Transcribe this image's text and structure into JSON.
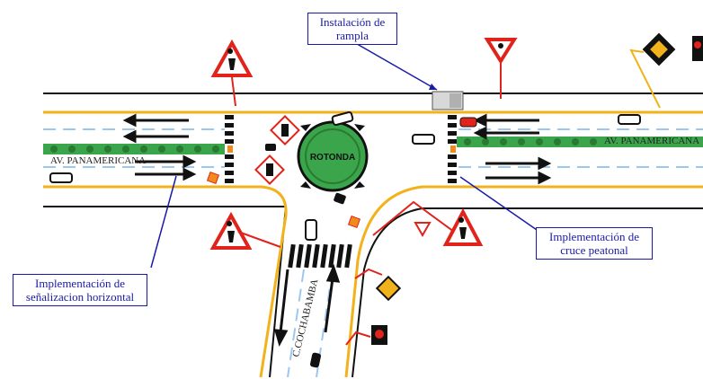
{
  "callouts": {
    "ramp": "Instalación de rampla",
    "crossing_line1": "Implementación de",
    "crossing_line2": "cruce peatonal",
    "marking_line1": "Implementación de",
    "marking_line2": "señalizacion horizontal"
  },
  "labels": {
    "avenue_left": "AV. PANAMERICANA",
    "avenue_right": "AV. PANAMERICANA",
    "street": "C.COCHABAMBA",
    "roundabout": "ROTONDA"
  },
  "colors": {
    "curb": "#f2b21b",
    "road_edge": "#111111",
    "lane_dash": "#9cc7ef",
    "median": "#3aa54a",
    "callout": "#1a1aa8",
    "sign_red": "#e0231b"
  }
}
